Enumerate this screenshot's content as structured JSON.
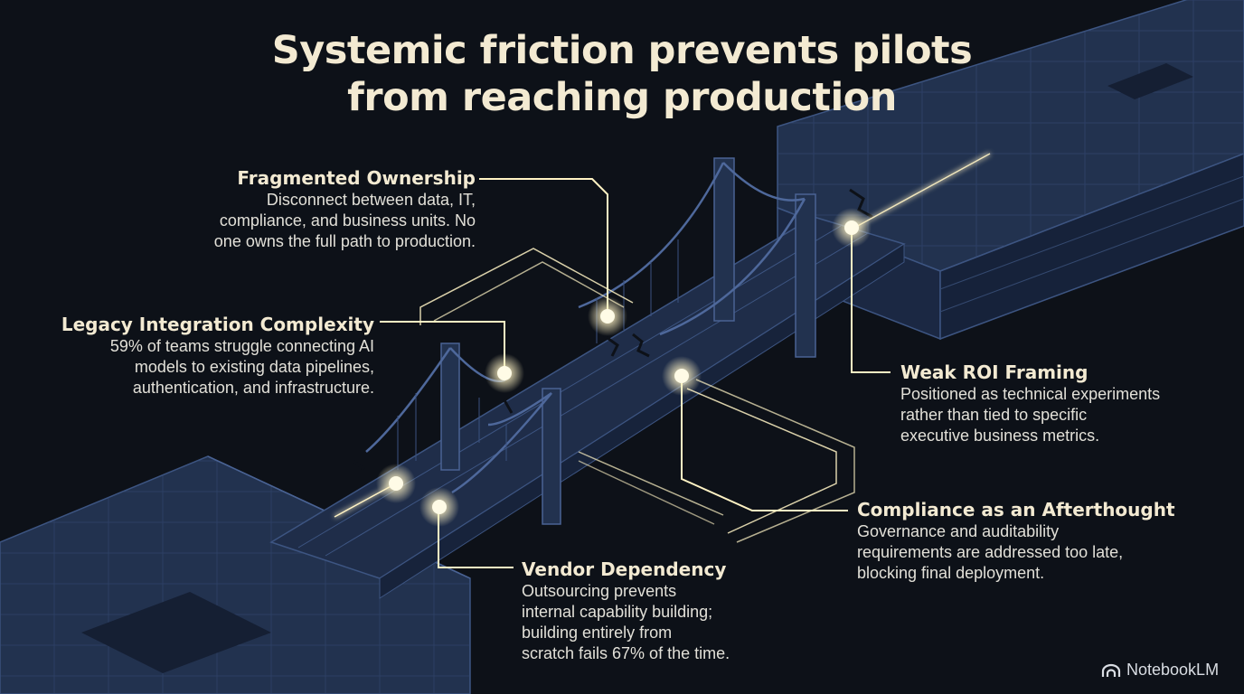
{
  "title": {
    "line1": "Systemic friction prevents pilots",
    "line2": "from reaching production"
  },
  "callouts": {
    "fragmented": {
      "heading": "Fragmented Ownership",
      "lines": [
        "Disconnect between data, IT,",
        "compliance, and business units. No",
        "one owns the full path to production."
      ]
    },
    "legacy": {
      "heading": "Legacy Integration Complexity",
      "lines": [
        "59% of teams struggle connecting AI",
        "models to existing data pipelines,",
        "authentication, and infrastructure."
      ]
    },
    "roi": {
      "heading": "Weak ROI Framing",
      "lines": [
        "Positioned as technical experiments",
        "rather than tied to specific",
        "executive business metrics."
      ]
    },
    "compliance": {
      "heading": "Compliance as an Afterthought",
      "lines": [
        "Governance and auditability",
        "requirements are addressed too late,",
        "blocking final deployment."
      ]
    },
    "vendor": {
      "heading": "Vendor Dependency",
      "lines": [
        "Outsourcing prevents",
        "internal capability building;",
        "building entirely from",
        "scratch fails 67% of the time."
      ]
    }
  },
  "brand": {
    "label": "NotebookLM",
    "icon": "notebooklm-logo-icon"
  },
  "colors": {
    "background": "#0d1118",
    "structure": "#26385c",
    "structure_edge": "#3d5582",
    "glow": "#fff3c4",
    "text": "#f3ead2"
  }
}
